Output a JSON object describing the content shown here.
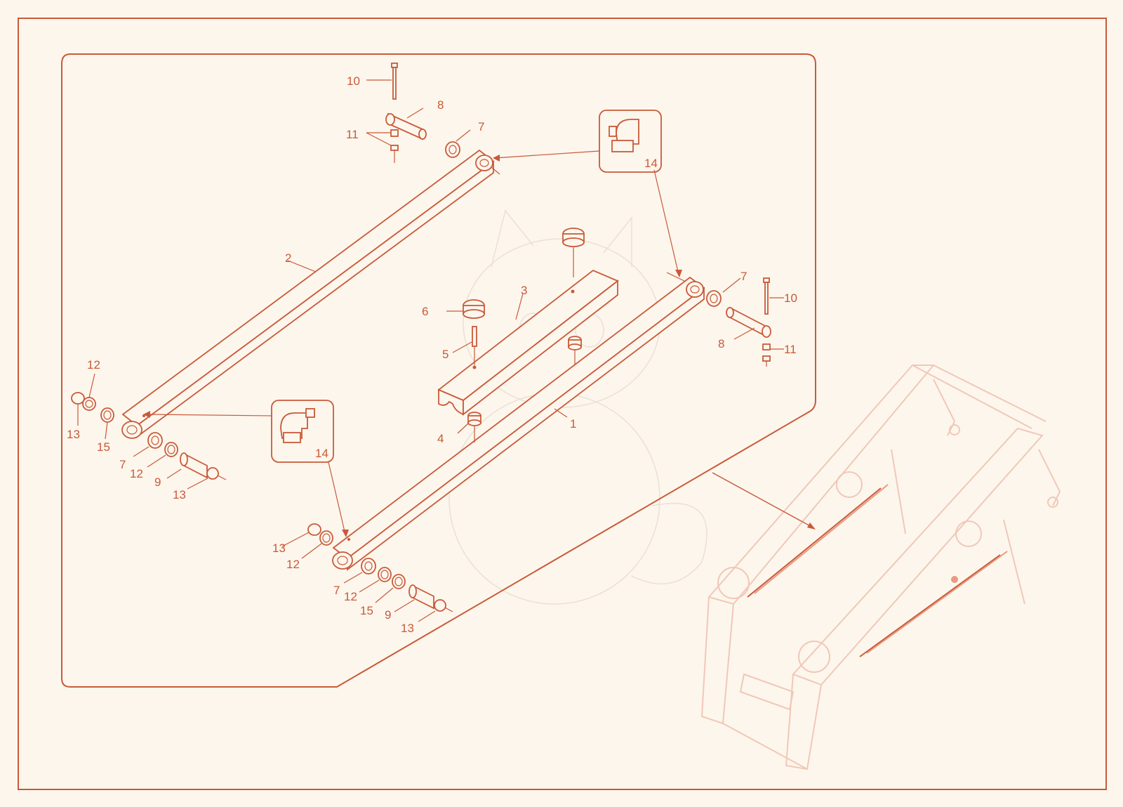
{
  "colors": {
    "accent": "#c85a3a",
    "background": "#fdf6ec",
    "frame": "#c85a3a",
    "ghost": "#f0c8b8"
  },
  "callouts": [
    {
      "id": "c1",
      "text": "1"
    },
    {
      "id": "c2",
      "text": "2"
    },
    {
      "id": "c3",
      "text": "3"
    },
    {
      "id": "c4",
      "text": "4"
    },
    {
      "id": "c5",
      "text": "5"
    },
    {
      "id": "c6",
      "text": "6"
    },
    {
      "id": "c7a",
      "text": "7"
    },
    {
      "id": "c7b",
      "text": "7"
    },
    {
      "id": "c7c",
      "text": "7"
    },
    {
      "id": "c7d",
      "text": "7"
    },
    {
      "id": "c8a",
      "text": "8"
    },
    {
      "id": "c8b",
      "text": "8"
    },
    {
      "id": "c9a",
      "text": "9"
    },
    {
      "id": "c9b",
      "text": "9"
    },
    {
      "id": "c10a",
      "text": "10"
    },
    {
      "id": "c10b",
      "text": "10"
    },
    {
      "id": "c11a",
      "text": "11"
    },
    {
      "id": "c11b",
      "text": "11"
    },
    {
      "id": "c12a",
      "text": "12"
    },
    {
      "id": "c12b",
      "text": "12"
    },
    {
      "id": "c12c",
      "text": "12"
    },
    {
      "id": "c12d",
      "text": "12"
    },
    {
      "id": "c13a",
      "text": "13"
    },
    {
      "id": "c13b",
      "text": "13"
    },
    {
      "id": "c13c",
      "text": "13"
    },
    {
      "id": "c13d",
      "text": "13"
    },
    {
      "id": "c14a",
      "text": "14"
    },
    {
      "id": "c14b",
      "text": "14"
    },
    {
      "id": "c15a",
      "text": "15"
    },
    {
      "id": "c15b",
      "text": "15"
    }
  ]
}
